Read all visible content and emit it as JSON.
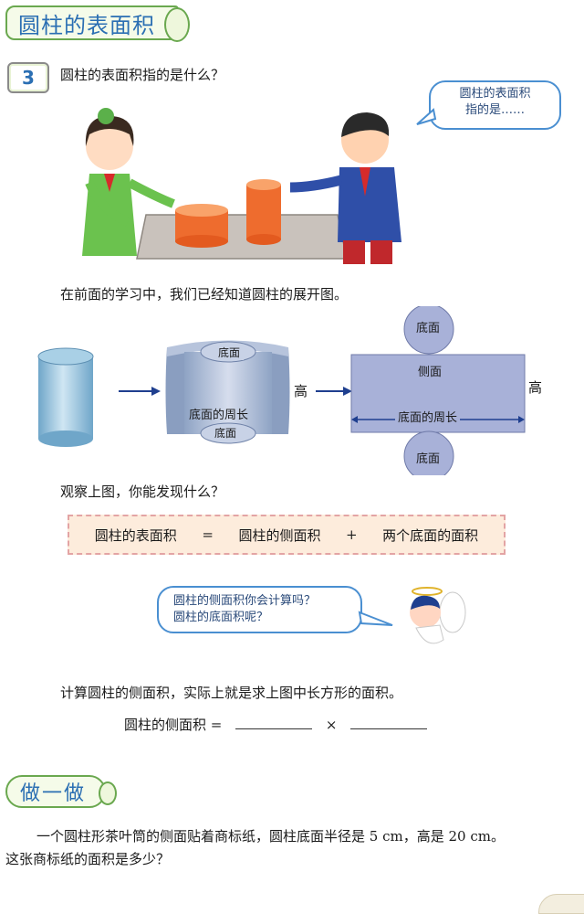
{
  "header": {
    "title": "圆柱的表面积"
  },
  "example": {
    "number": "3",
    "question": "圆柱的表面积指的是什么？",
    "bubble_text": [
      "圆柱的表面积",
      "指的是……"
    ]
  },
  "intro": "在前面的学习中，我们已经知道圆柱的展开图。",
  "diagram": {
    "base_top": "底面",
    "base_bottom": "底面",
    "circumference": "底面的周长",
    "height": "高",
    "side": "侧面",
    "rect_base_top": "底面",
    "rect_base_bottom": "底面",
    "rect_circumference": "底面的周长",
    "rect_height": "高"
  },
  "observe": "观察上图，你能发现什么？",
  "formula": {
    "lhs": "圆柱的表面积",
    "eq": "=",
    "part1": "圆柱的侧面积",
    "plus": "+",
    "part2": "两个底面的面积"
  },
  "angel_bubble": [
    "圆柱的侧面积你会计算吗？",
    "圆柱的底面积呢？"
  ],
  "calc_text": "计算圆柱的侧面积，实际上就是求上图中长方形的面积。",
  "lateral_formula": {
    "label": "圆柱的侧面积 =",
    "times": "×"
  },
  "practice": {
    "title": "做一做",
    "line1": "一个圆柱形茶叶筒的侧面贴着商标纸，圆柱底面半径是 5 cm，高是 20 cm。",
    "line2": "这张商标纸的面积是多少？"
  },
  "colors": {
    "accent_blue": "#2b6fb3",
    "green_border": "#6aa84f",
    "cylinder_orange": "#f07a3a",
    "formula_bg": "#fdecdc"
  }
}
